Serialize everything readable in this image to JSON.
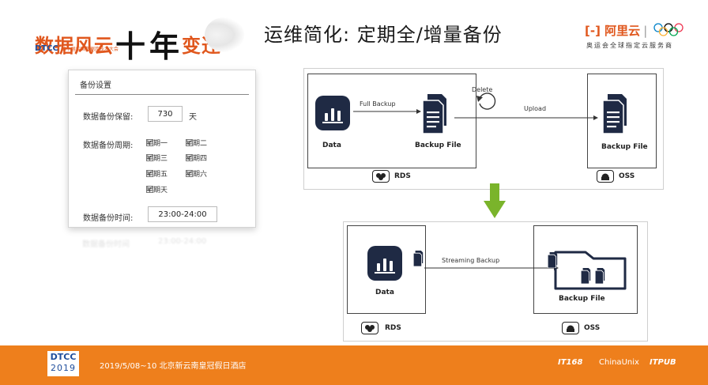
{
  "header": {
    "logo_main_a": "数据风云",
    "logo_ten": "十",
    "logo_year": "年",
    "logo_main_b": "变迁",
    "logo_dtcc": "DTCC",
    "logo_dtcc_sub": "第十届中国数据库技术大会",
    "title": "运维简化: 定期全/增量备份",
    "sponsor_brand": "阿里云",
    "sponsor_sub": "奥运会全球指定云服务商"
  },
  "settings": {
    "panel_title": "备份设置",
    "retention_label": "数据备份保留:",
    "retention_value": "730",
    "retention_unit": "天",
    "cycle_label": "数据备份周期:",
    "days": [
      "星期一",
      "星期二",
      "星期三",
      "星期四",
      "星期五",
      "星期六",
      "星期天"
    ],
    "time_label": "数据备份时间:",
    "time_value": "23:00-24:00",
    "ghost_label": "数据备份时间",
    "ghost_value": "23:00-24:00"
  },
  "diagram_full": {
    "data_label": "Data",
    "full_backup": "Full Backup",
    "backup_file": "Backup File",
    "delete": "Delete",
    "upload": "Upload",
    "oss_backup_file": "Backup File",
    "rds": "RDS",
    "oss": "OSS"
  },
  "diagram_stream": {
    "data_label": "Data",
    "streaming_backup": "Streaming Backup",
    "backup_file": "Backup File",
    "rds": "RDS",
    "oss": "OSS"
  },
  "footer": {
    "dtcc": "DTCC",
    "year": "2019",
    "date_venue": "2019/5/08~10  北京新云南皇冠假日酒店",
    "sponsor_1": "IT168",
    "sponsor_2": "ChinaUnix",
    "sponsor_3": "ITPUB"
  },
  "colors": {
    "accent_orange": "#ee7f1c",
    "arrow_green": "#7ab42b",
    "icon_navy": "#1f2a44"
  }
}
